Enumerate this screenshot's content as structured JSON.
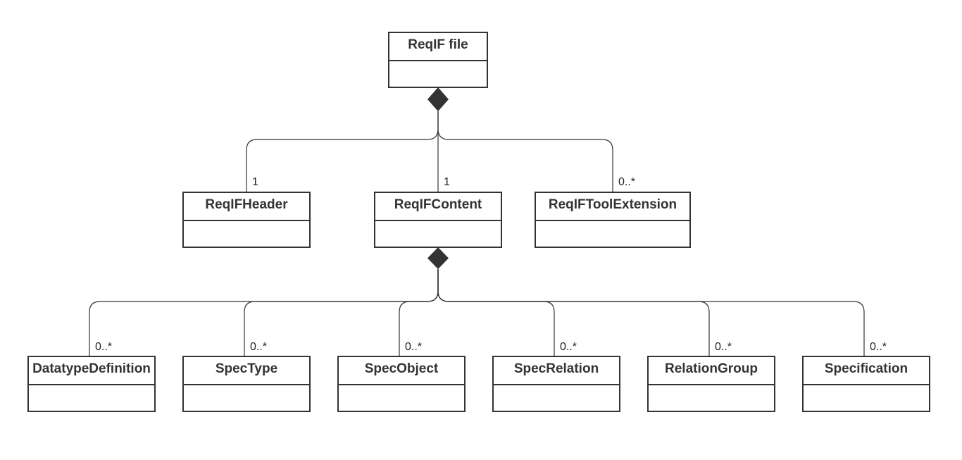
{
  "colors": {
    "line": "#333333",
    "diamond": "#333333",
    "box_border": "#333333",
    "text": "#333333"
  },
  "classes": {
    "reqif_file": "ReqIF file",
    "reqif_header": "ReqIFHeader",
    "reqif_content": "ReqIFContent",
    "reqif_tool_extension": "ReqIFToolExtension",
    "datatype_definition": "DatatypeDefinition",
    "spec_type": "SpecType",
    "spec_object": "SpecObject",
    "spec_relation": "SpecRelation",
    "relation_group": "RelationGroup",
    "specification": "Specification"
  },
  "multiplicities": {
    "reqif_header": "1",
    "reqif_content": "1",
    "reqif_tool_extension": "0..*",
    "datatype_definition": "0..*",
    "spec_type": "0..*",
    "spec_object": "0..*",
    "spec_relation": "0..*",
    "relation_group": "0..*",
    "specification": "0..*"
  }
}
